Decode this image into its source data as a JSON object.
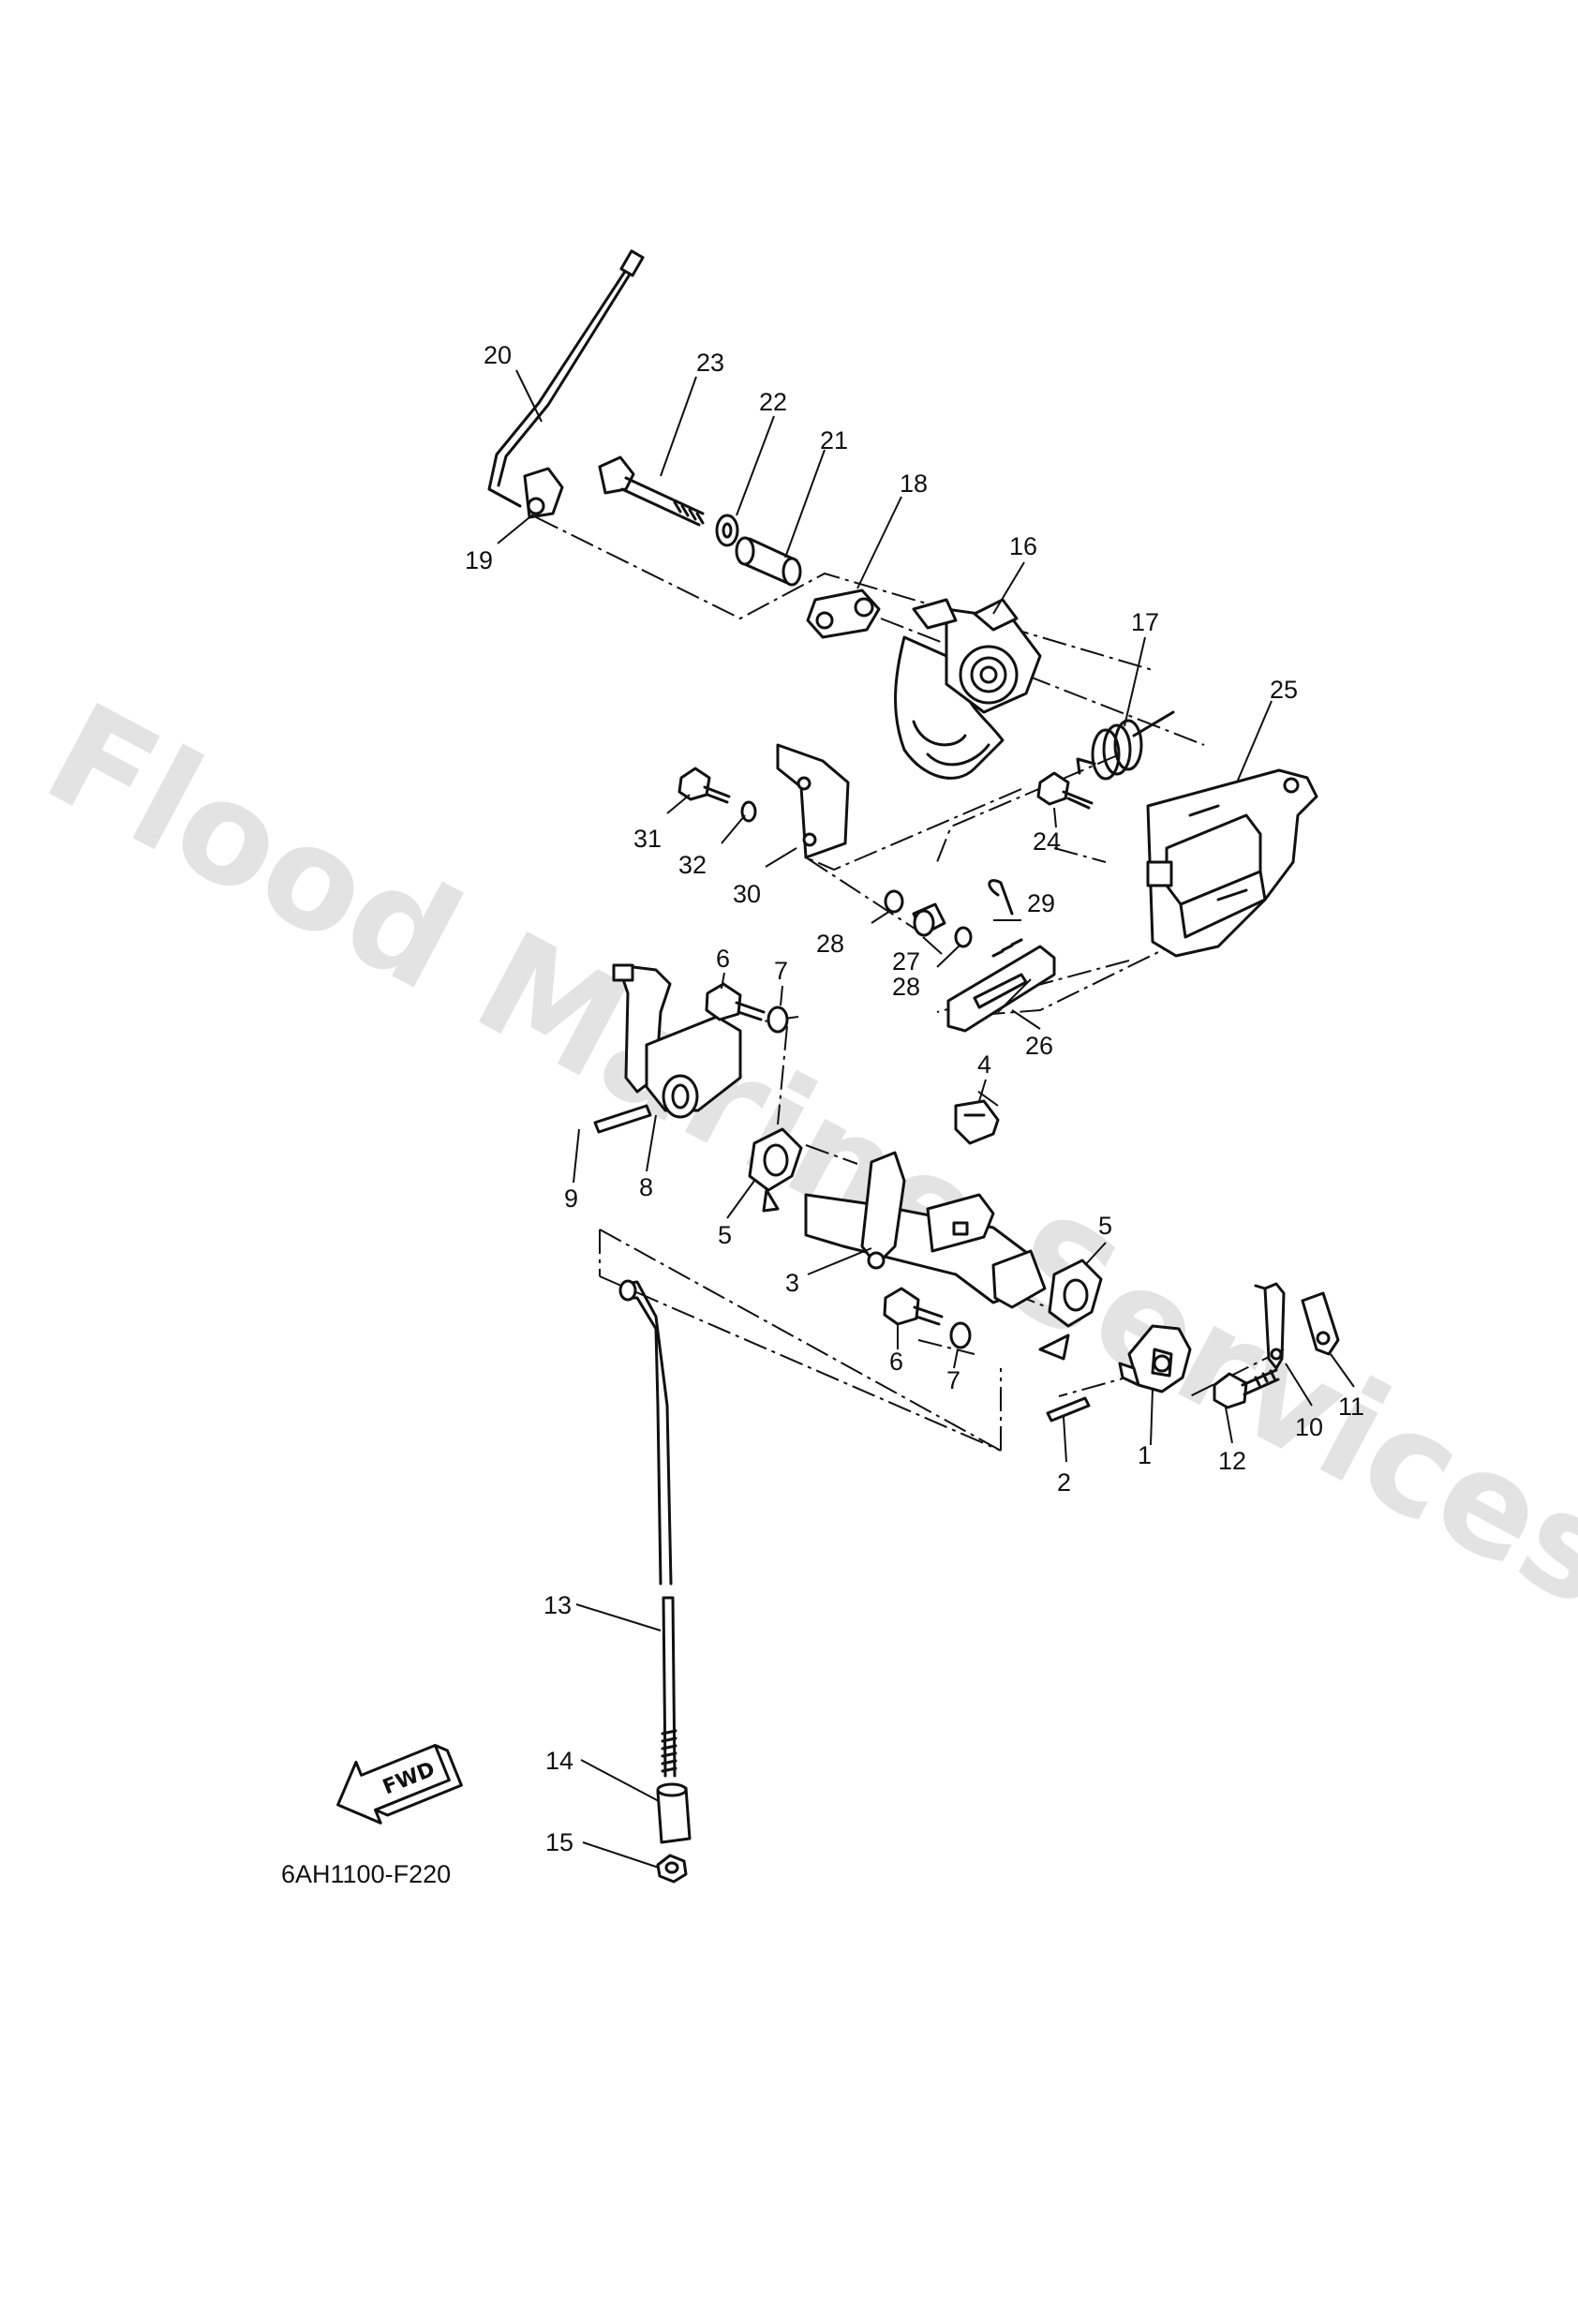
{
  "diagram": {
    "watermark": "Flood Marine Services",
    "diagram_code": "6AH1100-F220",
    "fwd_marker": "FWD",
    "callouts": [
      "1",
      "2",
      "3",
      "4",
      "5",
      "5",
      "6",
      "6",
      "7",
      "7",
      "8",
      "9",
      "10",
      "11",
      "12",
      "13",
      "14",
      "15",
      "16",
      "17",
      "18",
      "19",
      "20",
      "21",
      "22",
      "23",
      "24",
      "25",
      "26",
      "27",
      "28",
      "28",
      "29",
      "30",
      "31",
      "32"
    ]
  },
  "colors": {
    "ink": "#111111",
    "watermark": "#e3e3e3",
    "background": "#ffffff"
  }
}
